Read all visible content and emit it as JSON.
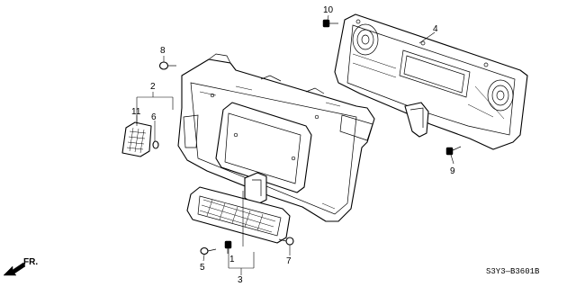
{
  "callouts": {
    "c1": "1",
    "c2": "2",
    "c3": "3",
    "c4": "4",
    "c5": "5",
    "c6": "6",
    "c7": "7",
    "c8": "8",
    "c9": "9",
    "c10": "10",
    "c11": "11"
  },
  "direction_label": "FR.",
  "diagram_code": "S3Y3—B3601B"
}
